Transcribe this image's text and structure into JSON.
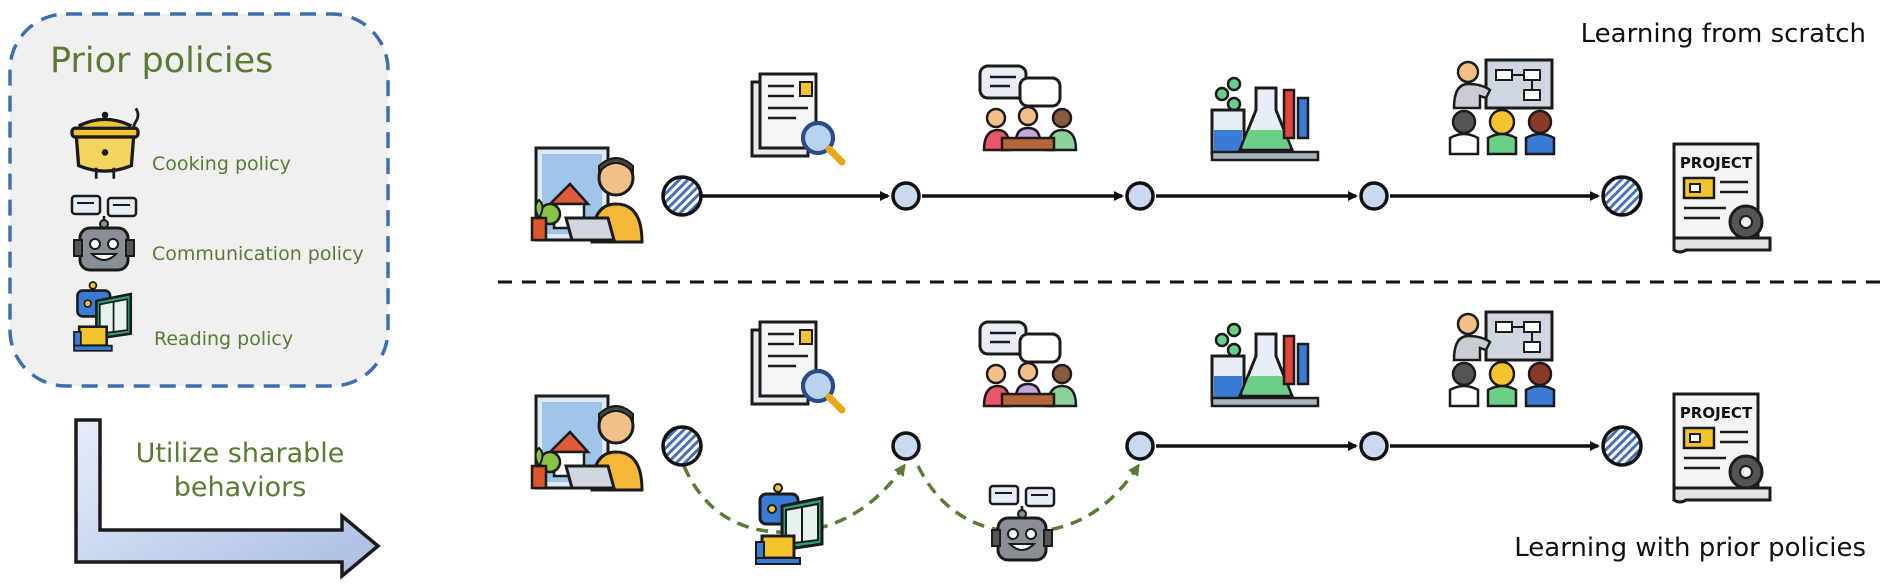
{
  "prior_box": {
    "title": "Prior policies",
    "policies": [
      {
        "label": "Cooking policy",
        "icon": "cooking-pot-icon"
      },
      {
        "label": "Communication policy",
        "icon": "chat-robot-icon"
      },
      {
        "label": "Reading policy",
        "icon": "reading-robot-icon"
      }
    ]
  },
  "arrow_caption": {
    "line1": "Utilize sharable",
    "line2": "behaviors"
  },
  "labels": {
    "scratch": "Learning from scratch",
    "with_prior": "Learning with prior policies",
    "project": "PROJECT"
  },
  "stages": [
    {
      "icon": "research-document-icon"
    },
    {
      "icon": "meeting-discussion-icon"
    },
    {
      "icon": "chemistry-lab-icon"
    },
    {
      "icon": "presentation-audience-icon"
    }
  ],
  "colors": {
    "green_text": "#5b7a34",
    "dash_blue": "#3d6fb0",
    "node_fill": "#c9d9ef",
    "hatch": "#4a6fb5",
    "dashed_green": "#5b7a34",
    "panel_bg": "#f0f0f0"
  }
}
